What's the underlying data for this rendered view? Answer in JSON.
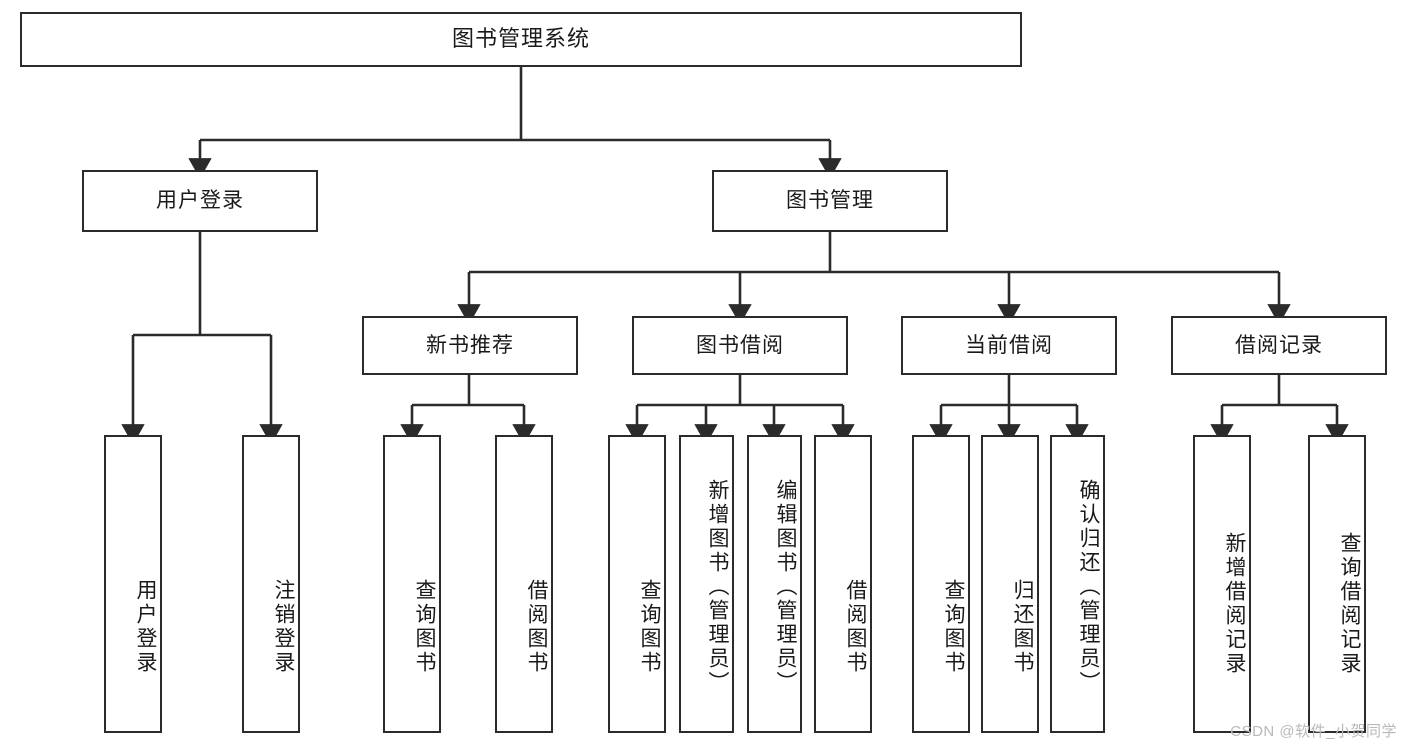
{
  "diagram": {
    "title": "图书管理系统",
    "type": "hierarchy-tree",
    "orientation": "top-down",
    "colors": {
      "box_border": "#2b2b2b",
      "box_fill": "#ffffff",
      "edge": "#2b2b2b",
      "background": "#ffffff",
      "watermark": "#b9b9b9"
    },
    "watermark": "CSDN @软件_小贺同学",
    "levels": {
      "root": {
        "label": "图书管理系统"
      },
      "level2": [
        {
          "label": "用户登录"
        },
        {
          "label": "图书管理"
        }
      ],
      "level3": [
        {
          "label": "新书推荐"
        },
        {
          "label": "图书借阅"
        },
        {
          "label": "当前借阅"
        },
        {
          "label": "借阅记录"
        }
      ],
      "leaves": {
        "user_login": [
          {
            "label": "用户登录"
          },
          {
            "label": "注销登录"
          }
        ],
        "new_book": [
          {
            "label": "查询图书"
          },
          {
            "label": "借阅图书"
          }
        ],
        "book_borrow": [
          {
            "label": "查询图书"
          },
          {
            "label": "新增图书（管理员）"
          },
          {
            "label": "编辑图书（管理员）"
          },
          {
            "label": "借阅图书"
          }
        ],
        "current_borrow": [
          {
            "label": "查询图书"
          },
          {
            "label": "归还图书"
          },
          {
            "label": "确认归还（管理员）"
          }
        ],
        "borrow_record": [
          {
            "label": "新增借阅记录"
          },
          {
            "label": "查询借阅记录"
          }
        ]
      }
    }
  }
}
